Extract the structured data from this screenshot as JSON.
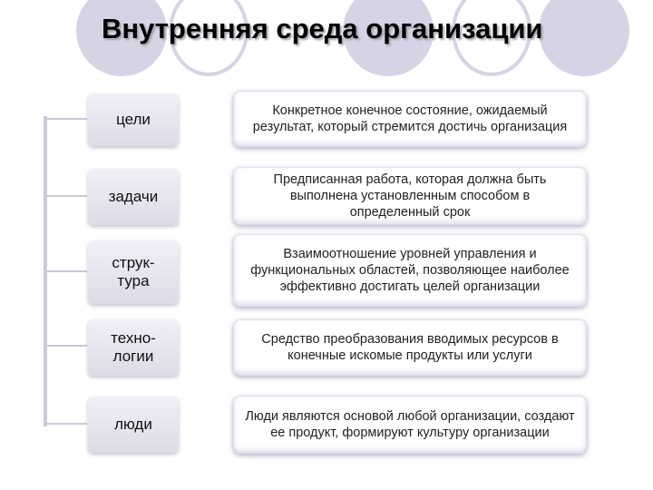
{
  "title": "Внутренняя среда организации",
  "rows": [
    {
      "label": "цели",
      "description": "Конкретное конечное состояние, ожидаемый результат, который стремится достичь организация"
    },
    {
      "label": "задачи",
      "description": "Предписанная работа, которая должна быть выполнена установленным способом в определенный срок"
    },
    {
      "label": "струк-\nтура",
      "description": "Взаимоотношение уровней управления и функциональных областей, позволяющее наиболее эффективно достигать целей организации"
    },
    {
      "label": "техно-\nлогии",
      "description": "Средство преобразования вводимых ресурсов в конечные искомые продукты или услуги"
    },
    {
      "label": "люди",
      "description": "Люди являются основой любой организации, создают ее продукт, формируют культуру организации"
    }
  ],
  "colors": {
    "decor": "#d4d4e4",
    "bracket": "#c9c9da"
  }
}
